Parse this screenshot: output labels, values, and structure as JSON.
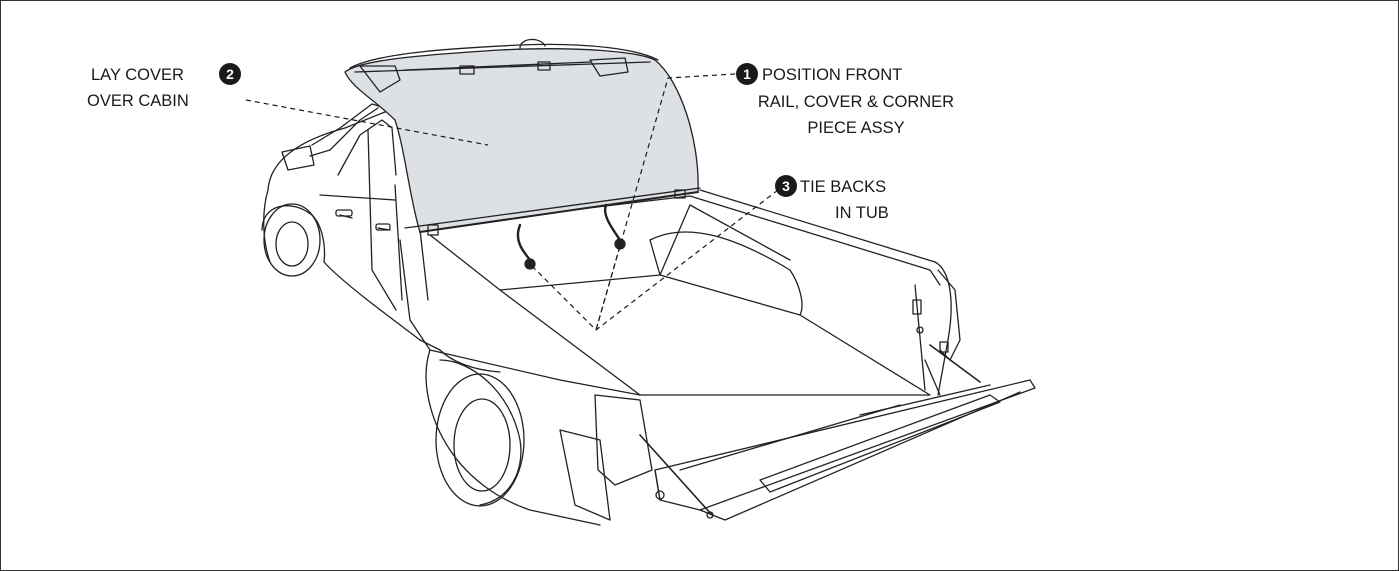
{
  "callouts": [
    {
      "number": "1",
      "line1": "POSITION FRONT",
      "line2": "RAIL, COVER & CORNER",
      "line3": "PIECE ASSY"
    },
    {
      "number": "2",
      "line1": "LAY COVER",
      "line2": "OVER CABIN"
    },
    {
      "number": "3",
      "line1": "TIE BACKS",
      "line2": "IN TUB"
    }
  ],
  "colors": {
    "outline": "#222222",
    "cover_fill": "#dde0e4",
    "badge": "#1a1a1a",
    "frame": "#333333"
  }
}
